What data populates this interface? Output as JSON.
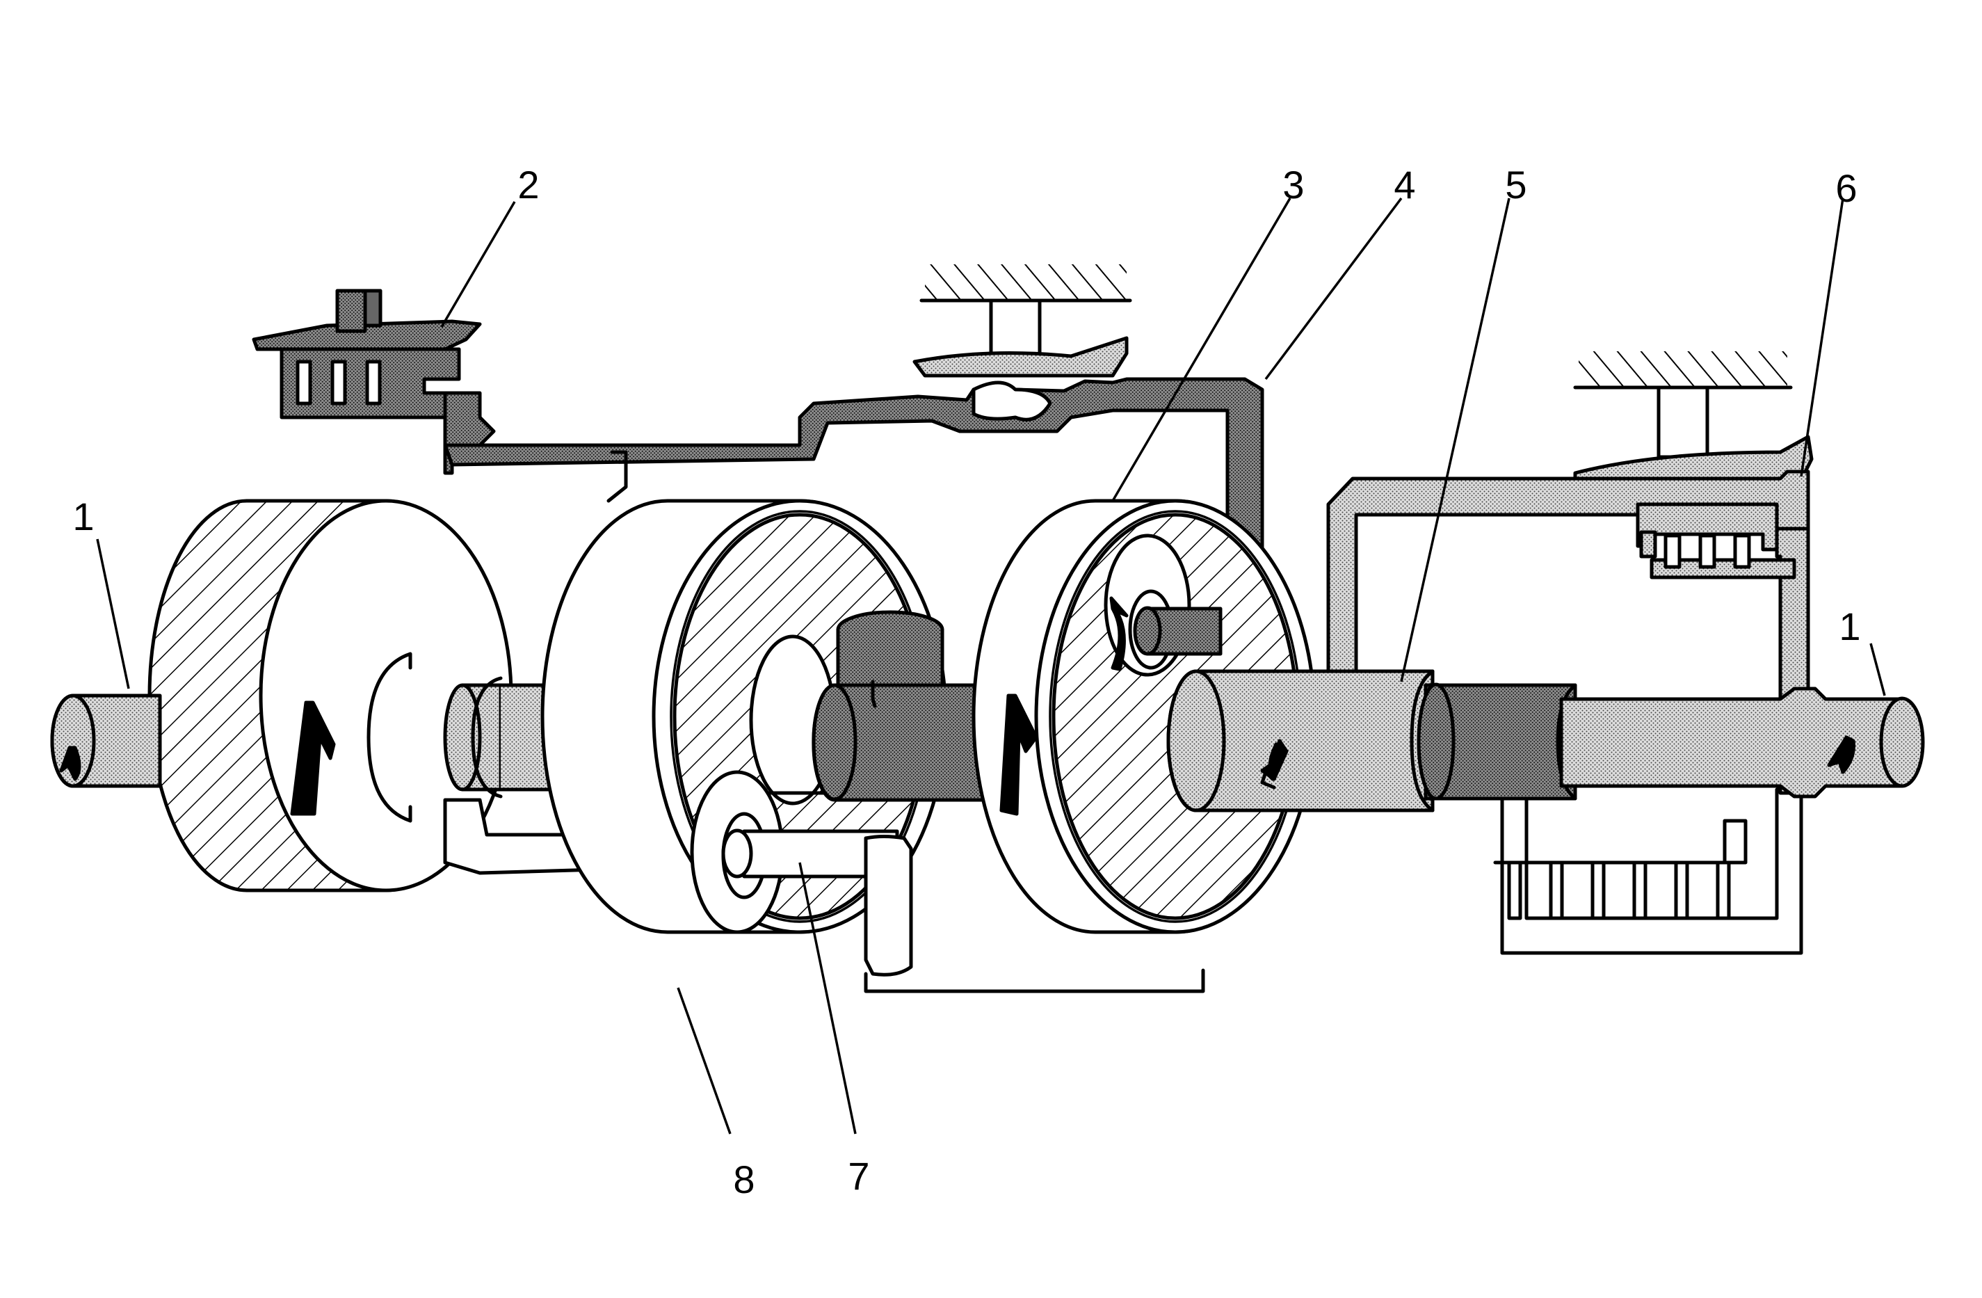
{
  "callouts": [
    {
      "id": "c1-left",
      "label": "1"
    },
    {
      "id": "c2",
      "label": "2"
    },
    {
      "id": "c3",
      "label": "3"
    },
    {
      "id": "c4",
      "label": "4"
    },
    {
      "id": "c5",
      "label": "5"
    },
    {
      "id": "c6",
      "label": "6"
    },
    {
      "id": "c1-right",
      "label": "1"
    },
    {
      "id": "c7",
      "label": "7"
    },
    {
      "id": "c8",
      "label": "8"
    }
  ],
  "colors": {
    "ink": "#000000",
    "light_stipple": "#d2d2d2",
    "dark_stipple": "#8a8a8a",
    "medium_stipple": "#b4b4b4",
    "paper": "#ffffff"
  }
}
